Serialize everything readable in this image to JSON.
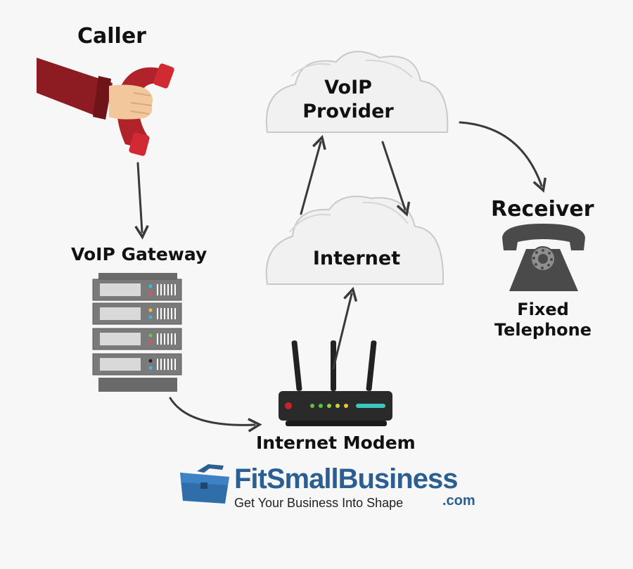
{
  "nodes": {
    "caller": {
      "title": "Caller"
    },
    "gateway": {
      "label": "VoIP Gateway"
    },
    "modem": {
      "label": "Internet Modem"
    },
    "provider": {
      "line1": "VoIP",
      "line2": "Provider"
    },
    "internet": {
      "label": "Internet"
    },
    "receiver": {
      "title": "Receiver",
      "line1": "Fixed",
      "line2": "Telephone"
    }
  },
  "brand": {
    "name": "FitSmallBusiness",
    "domain": ".com",
    "tagline": "Get Your Business Into Shape"
  },
  "colors": {
    "sleeve": "#8c1c22",
    "handset": "#b0232b",
    "skin": "#f2c79b",
    "server": "#7a7a7a",
    "cloud": "#f1f1f1",
    "phone": "#4a4a4a",
    "brand": "#2b5f92",
    "arrow": "#3a3a3a"
  }
}
